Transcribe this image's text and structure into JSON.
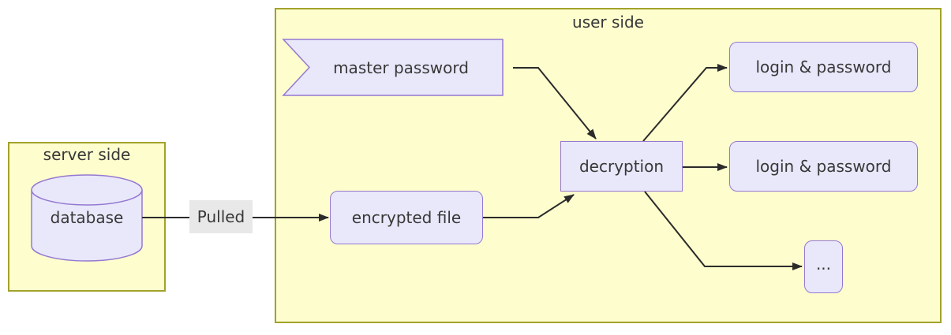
{
  "diagram": {
    "server_group": {
      "label": "server side"
    },
    "user_group": {
      "label": "user side"
    },
    "nodes": {
      "database": {
        "label": "database",
        "shape": "cylinder"
      },
      "master_password": {
        "label": "master password",
        "shape": "left-notched-banner"
      },
      "encrypted_file": {
        "label": "encrypted file",
        "shape": "rounded-rect"
      },
      "decryption": {
        "label": "decryption",
        "shape": "rect"
      },
      "login_password_top": {
        "label": "login & password",
        "shape": "rounded-rect"
      },
      "login_password_middle": {
        "label": "login & password",
        "shape": "rounded-rect"
      },
      "ellipsis": {
        "label": "...",
        "shape": "rounded-rect"
      }
    },
    "edges": [
      {
        "from": "database",
        "to": "encrypted_file",
        "label": "Pulled"
      },
      {
        "from": "master_password",
        "to": "decryption",
        "label": ""
      },
      {
        "from": "encrypted_file",
        "to": "decryption",
        "label": ""
      },
      {
        "from": "decryption",
        "to": "login_password_top",
        "label": ""
      },
      {
        "from": "decryption",
        "to": "login_password_middle",
        "label": ""
      },
      {
        "from": "decryption",
        "to": "ellipsis",
        "label": ""
      }
    ],
    "colors": {
      "group_fill": "#FDFDCE",
      "group_border": "#A2A22B",
      "node_fill": "#E8E8FA",
      "node_border": "#9678D2",
      "edge": "#2B2B2B",
      "edge_label_bg": "#E8E8E8",
      "text": "#383838"
    }
  }
}
